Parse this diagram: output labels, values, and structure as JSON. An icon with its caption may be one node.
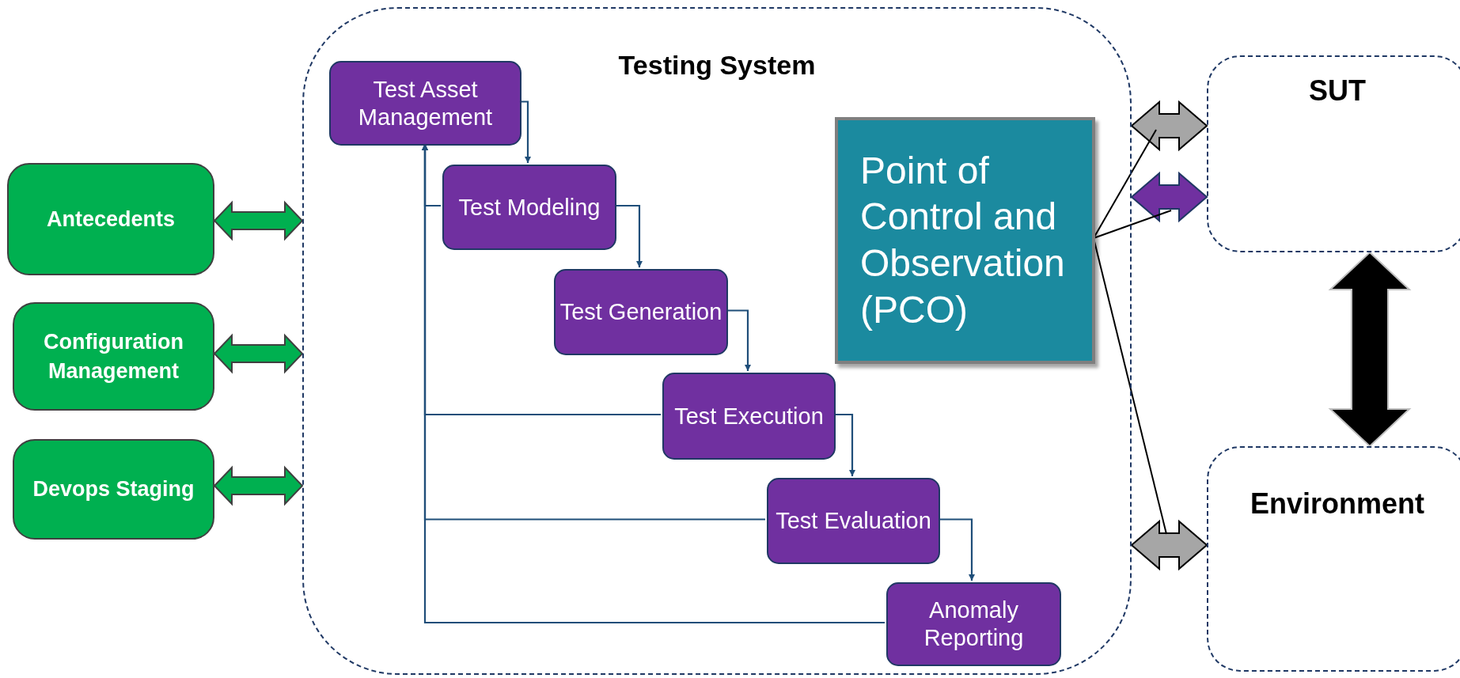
{
  "diagram": {
    "nodes": [
      {
        "text": [
          "Testing System"
        ]
      },
      {
        "text": [
          "Test Asset Management"
        ],
        "in": 0
      },
      {
        "text": [
          "Test Modeling"
        ],
        "in": 0
      },
      {
        "text": [
          "Test Generation"
        ],
        "in": 0
      },
      {
        "text": [
          "Test Execution"
        ],
        "in": 0
      },
      {
        "text": [
          "Test Evaluation"
        ],
        "in": 0
      },
      {
        "text": [
          "Anomaly Reporting"
        ],
        "in": 0
      },
      {
        "text": [
          "Point of Control and Observation (PCO)"
        ],
        "in": 0
      },
      {
        "text": [
          "SUT"
        ]
      },
      {
        "text": [
          "Environment"
        ]
      },
      {
        "text": [
          "Antecedents"
        ]
      },
      {
        "text": [
          "Configuration Management"
        ]
      },
      {
        "text": [
          "Devops Staging"
        ]
      }
    ],
    "edges": [
      {
        "from": 1,
        "to": 2,
        "arrow": "to"
      },
      {
        "from": 2,
        "to": 3,
        "arrow": "to"
      },
      {
        "from": 3,
        "to": 4,
        "arrow": "to"
      },
      {
        "from": 4,
        "to": 5,
        "arrow": "to"
      },
      {
        "from": 5,
        "to": 6,
        "arrow": "to"
      },
      {
        "from": 2,
        "to": 1,
        "arrow": "to"
      },
      {
        "from": 4,
        "to": 1,
        "arrow": "to"
      },
      {
        "from": 5,
        "to": 1,
        "arrow": "to"
      },
      {
        "from": 6,
        "to": 1,
        "arrow": "to"
      },
      {
        "from": 10,
        "to": 0,
        "arrow": "both",
        "style": "thick",
        "color": "#00b050"
      },
      {
        "from": 11,
        "to": 0,
        "arrow": "both",
        "style": "thick",
        "color": "#00b050"
      },
      {
        "from": 12,
        "to": 0,
        "arrow": "both",
        "style": "thick",
        "color": "#00b050"
      },
      {
        "from": 0,
        "to": 8,
        "arrow": "both",
        "style": "thick",
        "color": "#a6a6a6"
      },
      {
        "from": 0,
        "to": 8,
        "arrow": "both",
        "style": "thick",
        "color": "#7030a0"
      },
      {
        "from": 0,
        "to": 9,
        "arrow": "both",
        "style": "thick",
        "color": "#a6a6a6"
      },
      {
        "from": 8,
        "to": 9,
        "arrow": "both",
        "style": "thick",
        "color": "#000000"
      },
      {
        "from": 7,
        "to": null,
        "arrow": "none",
        "color": "#000000"
      },
      {
        "from": 7,
        "to": null,
        "arrow": "none",
        "color": "#000000"
      },
      {
        "from": 7,
        "to": null,
        "arrow": "none",
        "color": "#000000"
      }
    ]
  }
}
